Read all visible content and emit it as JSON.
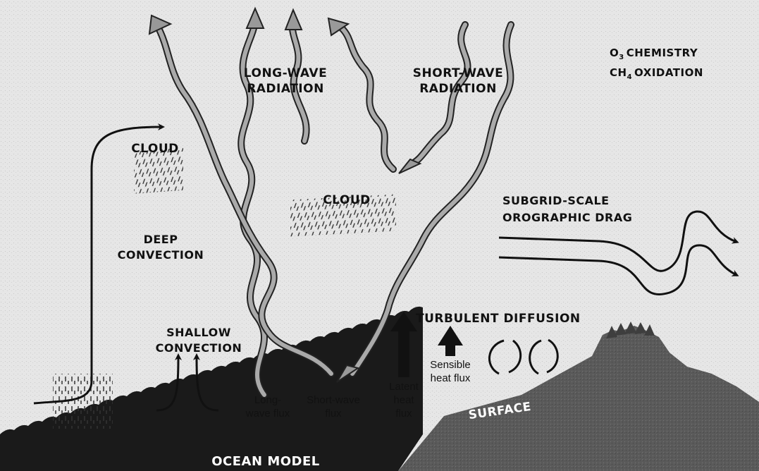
{
  "labels": {
    "long_wave_radiation_1": "LONG-WAVE",
    "long_wave_radiation_2": "RADIATION",
    "short_wave_radiation_1": "SHORT-WAVE",
    "short_wave_radiation_2": "RADIATION",
    "o3_prefix": "O",
    "o3_sub": "3",
    "o3_text": "CHEMISTRY",
    "ch4_prefix": "CH",
    "ch4_sub": "4",
    "ch4_text": "OXIDATION",
    "cloud_left": "CLOUD",
    "cloud_center": "CLOUD",
    "deep_convection_1": "DEEP",
    "deep_convection_2": "CONVECTION",
    "shallow_convection_1": "SHALLOW",
    "shallow_convection_2": "CONVECTION",
    "orographic_1": "SUBGRID-SCALE",
    "orographic_2": "OROGRAPHIC  DRAG",
    "turbulent_diffusion": "TURBULENT DIFFUSION",
    "longwave_flux_1": "Long-",
    "longwave_flux_2": "wave flux",
    "shortwave_flux_1": "Short-wave",
    "shortwave_flux_2": "flux",
    "latent_1": "Latent",
    "latent_2": "heat",
    "latent_3": "flux",
    "sensible_1": "Sensible",
    "sensible_2": "heat flux",
    "surface": "SURFACE",
    "ocean_model": "OCEAN MODEL"
  }
}
